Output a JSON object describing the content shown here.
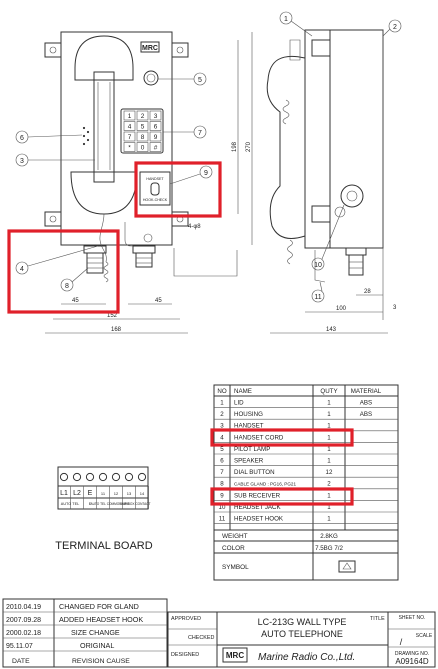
{
  "callouts": [
    "1",
    "2",
    "3",
    "4",
    "5",
    "6",
    "7",
    "8",
    "9",
    "10",
    "11"
  ],
  "logo": "MRC",
  "keypad_keys": [
    "1",
    "2",
    "3",
    "4",
    "5",
    "6",
    "7",
    "8",
    "9",
    "*",
    "0",
    "#"
  ],
  "front_view": {
    "dims": {
      "height_upper": "198",
      "height_total": "270",
      "hole": "4-φ8",
      "offset_left": "45",
      "offset_right": "45",
      "width_inner": "152",
      "width_total": "168"
    },
    "plate_text": [
      "HANDSET",
      "HOOK-CHECK"
    ]
  },
  "side_view": {
    "dims": {
      "depth_inner": "100",
      "offset": "28",
      "small": "3",
      "depth_total": "143"
    }
  },
  "parts_table": {
    "headers": [
      "NO",
      "NAME",
      "QUTY",
      "MATERIAL"
    ],
    "rows": [
      [
        "1",
        "LID",
        "1",
        "ABS"
      ],
      [
        "2",
        "HOUSING",
        "1",
        "ABS"
      ],
      [
        "3",
        "HANDSET",
        "1",
        ""
      ],
      [
        "4",
        "HANDSET CORD",
        "1",
        ""
      ],
      [
        "5",
        "PILOT LAMP",
        "1",
        ""
      ],
      [
        "6",
        "SPEAKER",
        "1",
        ""
      ],
      [
        "7",
        "DIAL BUTTON",
        "12",
        ""
      ],
      [
        "8",
        "CABLE GLAND : PG16, PG21",
        "2",
        ""
      ],
      [
        "9",
        "SUB RECEIVER",
        "1",
        ""
      ],
      [
        "10",
        "HEADSET JACK",
        "1",
        ""
      ],
      [
        "11",
        "HEADSET HOOK",
        "1",
        ""
      ]
    ],
    "weight_label": "WEIGHT",
    "weight_value": "2.8KG",
    "color_label": "COLOR",
    "color_value": "7.5BG 7/2",
    "symbol_label": "SYMBOL",
    "highlighted_rows": [
      "4",
      "9"
    ]
  },
  "terminal_board": {
    "caption": "TERMINAL BOARD",
    "terminals": [
      "L1",
      "L2",
      "E",
      "11",
      "12",
      "13",
      "14"
    ],
    "group_labels": [
      "AUTO TEL",
      "E",
      "AUTO TEL COMMON LINE",
      "SHIP BOX CONTACT"
    ]
  },
  "revision_block": {
    "rows": [
      {
        "date": "2010.04.19",
        "cause": "CHANGED FOR GLAND"
      },
      {
        "date": "2007.09.28",
        "cause": "ADDED HEADSET HOOK"
      },
      {
        "date": "2000.02.18",
        "cause": "SIZE CHANGE"
      },
      {
        "date": "95.11.07",
        "cause": "ORIGINAL"
      }
    ],
    "date_header": "DATE",
    "cause_header": "REVISION CAUSE"
  },
  "title_block": {
    "approved_label": "APPROVED",
    "checked_label": "CHECKED",
    "designed_label": "DESIGNED",
    "title_label": "TITLE",
    "title_line1": "LC-213G    WALL TYPE",
    "title_line2": "AUTO TELEPHONE",
    "sheet_label": "SHEET NO.",
    "scale_label": "SCALE",
    "scale_value": "/",
    "drawing_label": "DRAWING NO.",
    "drawing_no": "A09164D",
    "company": "Marine Radio Co.,Ltd.",
    "company_logo": "MRC"
  },
  "colors": {
    "highlight": "#e0202a",
    "ink": "#222222"
  }
}
